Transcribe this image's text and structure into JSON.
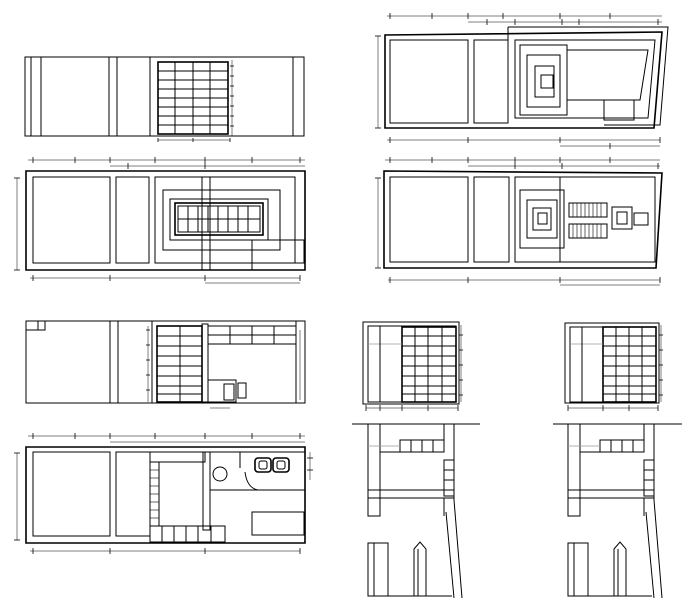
{
  "drawing": {
    "background": "#ffffff",
    "line_color": "#000000",
    "secondary_line_color": "#9a9a9a"
  },
  "views": [
    {
      "id": "elevation-a"
    },
    {
      "id": "ceiling-plan-a"
    },
    {
      "id": "floor-plan-a"
    },
    {
      "id": "ceiling-plan-b"
    },
    {
      "id": "elevation-b"
    },
    {
      "id": "cabinet-elevation-a"
    },
    {
      "id": "cabinet-elevation-b"
    },
    {
      "id": "furniture-plan"
    },
    {
      "id": "section-a"
    },
    {
      "id": "section-b"
    }
  ]
}
